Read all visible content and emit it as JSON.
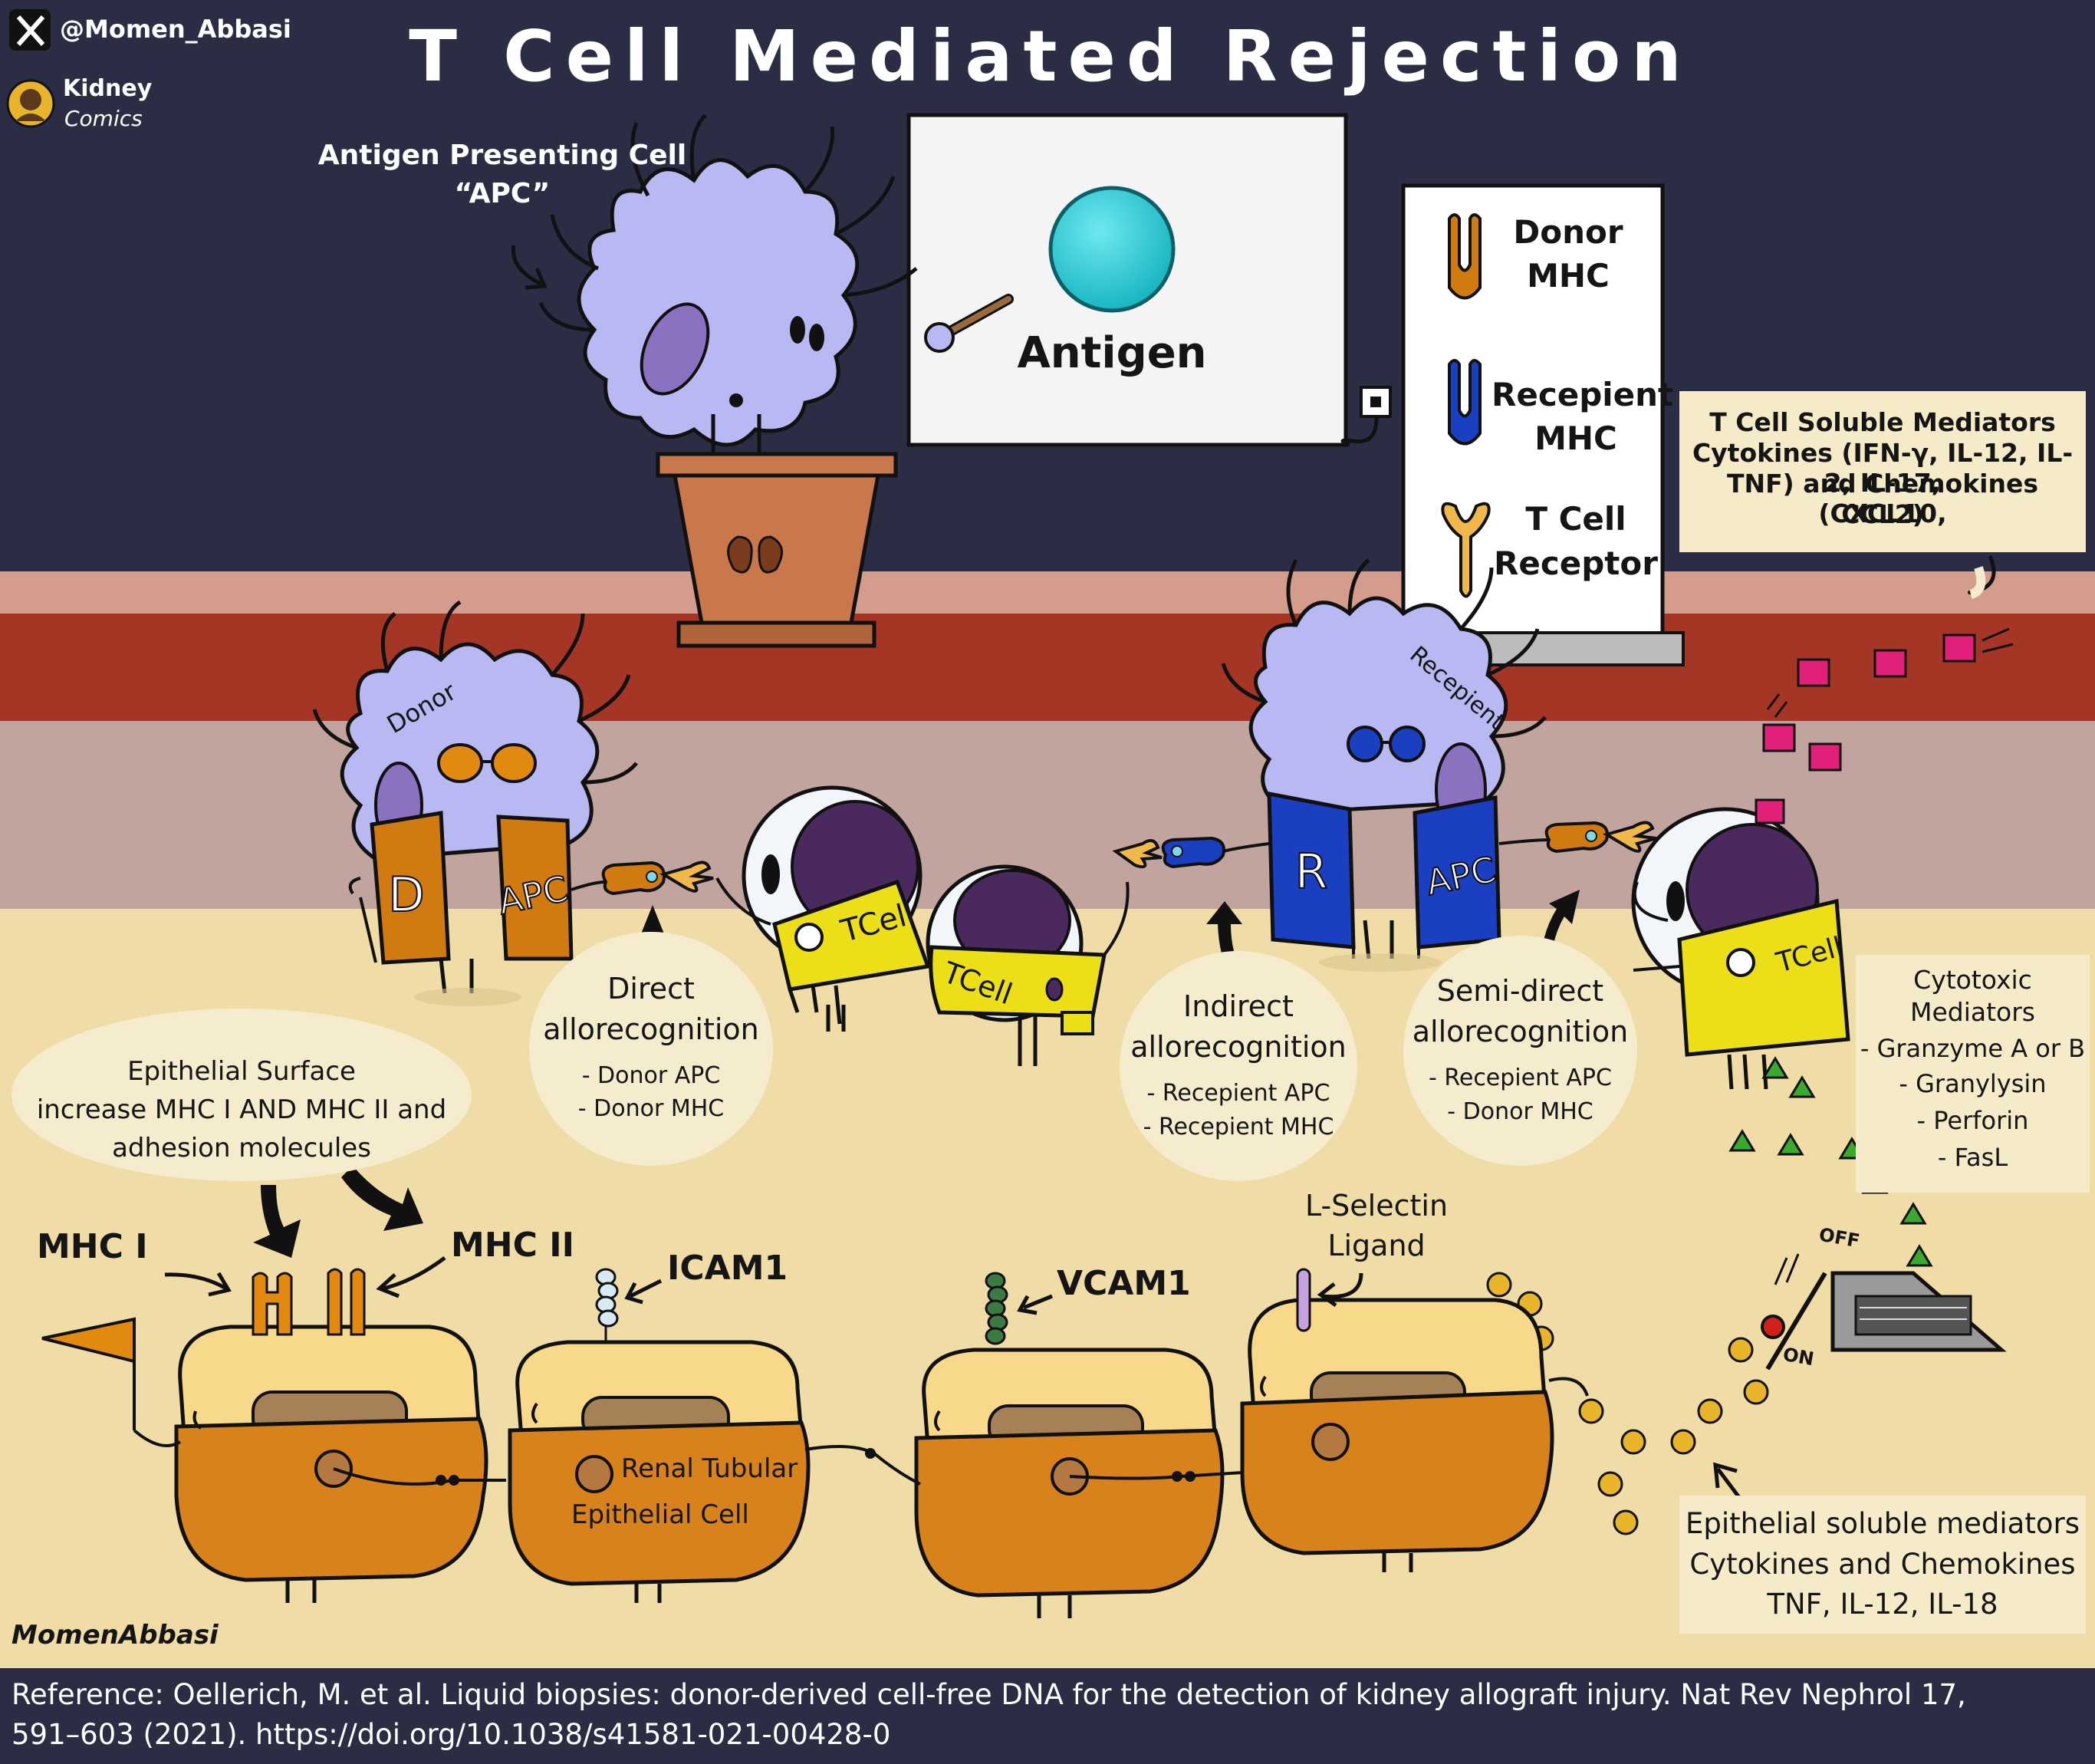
{
  "branding": {
    "handle": "@Momen_Abbasi",
    "brand_line1": "Kidney",
    "brand_line2": "Comics",
    "signature": "MomenAbbasi"
  },
  "title": "T Cell Mediated Rejection",
  "apc_presenter": {
    "label_line1": "Antigen Presenting Cell",
    "label_line2": "“APC”"
  },
  "screen": {
    "label": "Antigen"
  },
  "legend": {
    "items": [
      {
        "line1": "Donor",
        "line2": "MHC",
        "color": "#d07a10"
      },
      {
        "line1": "Recepient",
        "line2": "MHC",
        "color": "#1a3fc0"
      },
      {
        "line1": "T Cell",
        "line2": "Receptor",
        "color": "#f0b84a"
      }
    ]
  },
  "t_cell_mediators": {
    "line1": "T Cell Soluble Mediators",
    "line2": "Cytokines (IFN-γ, IL-12, IL-2, IL-17,",
    "line3": "TNF) and Chemokines (CXCL10,",
    "line4": "CCL2)"
  },
  "characters": {
    "donor_hat": "Donor",
    "donor_vest_left": "D",
    "donor_vest_right": "APC",
    "recipient_hat": "Recepient",
    "recipient_vest_left": "R",
    "recipient_vest_right": "APC",
    "tcell_vest": "TCell"
  },
  "allorecognition": {
    "direct": {
      "line1": "Direct",
      "line2": "allorecognition",
      "sub1": "- Donor APC",
      "sub2": "- Donor MHC"
    },
    "indirect": {
      "line1": "Indirect",
      "line2": "allorecognition",
      "sub1": "- Recepient APC",
      "sub2": "- Recepient MHC"
    },
    "semi_direct": {
      "line1": "Semi-direct",
      "line2": "allorecognition",
      "sub1": "- Recepient APC",
      "sub2": "- Donor MHC"
    }
  },
  "epithelial_surface": {
    "line1": "Epithelial Surface",
    "line2": "increase MHC I AND MHC II and",
    "line3": "adhesion molecules"
  },
  "molecules": {
    "mhc1": "MHC I",
    "mhc2": "MHC II",
    "icam1": "ICAM1",
    "vcam1": "VCAM1",
    "lselectin_line1": "L-Selectin",
    "lselectin_line2": "Ligand"
  },
  "renal_cell": {
    "line1": "Renal Tubular",
    "line2": "Epithelial Cell"
  },
  "cytotoxic": {
    "line1": "Cytotoxic",
    "line2": "Mediators",
    "items": [
      "- Granzyme A or B",
      "- Granylysin",
      "- Perforin",
      "- FasL"
    ]
  },
  "switch": {
    "off": "OFF",
    "on": "ON"
  },
  "epithelial_mediators": {
    "line1": "Epithelial soluble mediators",
    "line2": "Cytokines and Chemokines",
    "line3": "TNF, IL-12, IL-18"
  },
  "reference": {
    "line1": "Reference: Oellerich, M. et al. Liquid biopsies: donor-derived cell-free DNA for the detection of kidney allograft injury. Nat Rev Nephrol 17,",
    "line2": "591–603 (2021). https://doi.org/10.1038/s41581-021-00428-0"
  },
  "colors": {
    "chalkboard": "#2b2d45",
    "stage_stripe_light": "#d39c8d",
    "stage_stripe_red": "#a53625",
    "stage_wall": "#c1a49d",
    "floor": "#efdca6",
    "apc_purple": "#b8b8f2",
    "donor_orange": "#d07a10",
    "recipient_blue": "#1a3fc0",
    "tcell_yellow": "#ecdf18",
    "renal_orange": "#d8821c",
    "renal_top": "#f8d98c",
    "cytokine_pink": "#e2207a",
    "cytotoxic_green": "#3aaa2c"
  }
}
